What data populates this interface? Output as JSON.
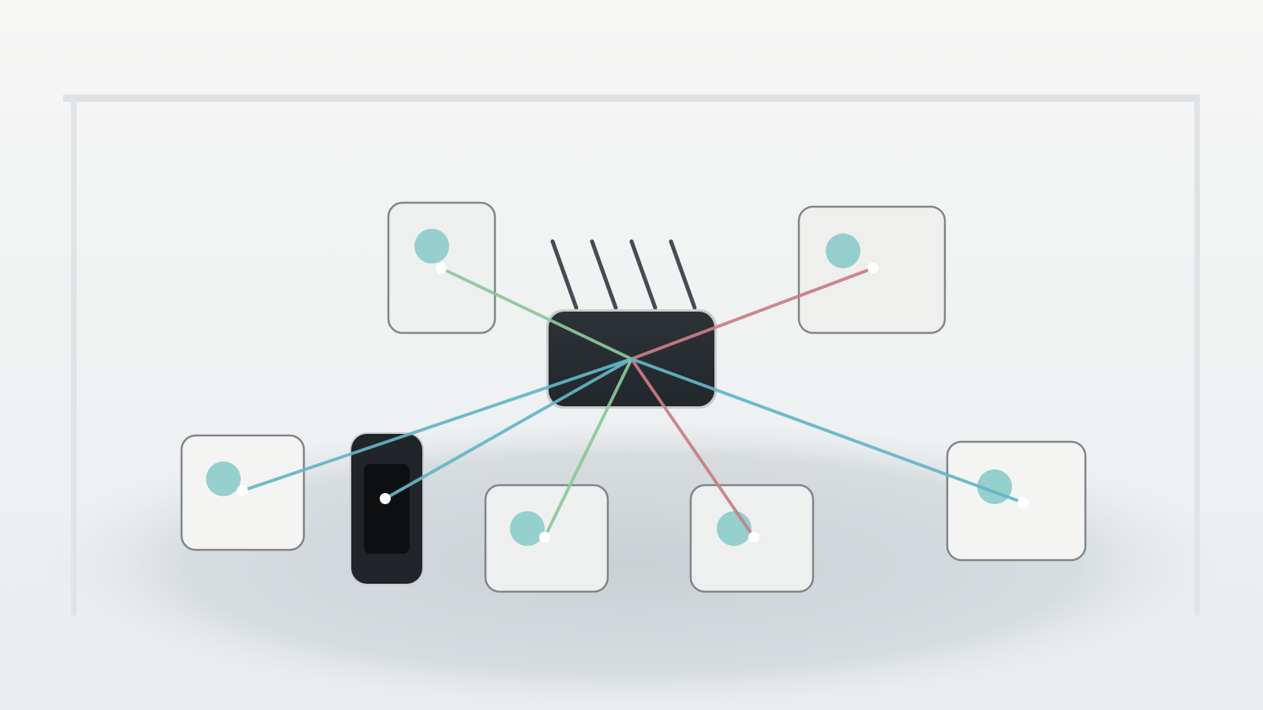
{
  "diagram": {
    "router": {
      "name": "router",
      "antenna_count": 4,
      "body_color": "#272c30",
      "antenna_color": "#474b52"
    },
    "link_colors": {
      "green": "#8cc89a",
      "red": "#c97e86",
      "blue": "#64b6c8"
    },
    "devices": [
      {
        "name": "device-top-left",
        "kind": "card",
        "link_color": "green"
      },
      {
        "name": "device-top-right",
        "kind": "card",
        "link_color": "red"
      },
      {
        "name": "device-left",
        "kind": "card",
        "link_color": "blue"
      },
      {
        "name": "device-phone",
        "kind": "phone",
        "link_color": "blue"
      },
      {
        "name": "device-bottom-center-left",
        "kind": "card",
        "link_color": "green"
      },
      {
        "name": "device-bottom-center-right",
        "kind": "card",
        "link_color": "red"
      },
      {
        "name": "device-right",
        "kind": "card",
        "link_color": "blue"
      }
    ],
    "colors": {
      "card_fill": "#eef0ef",
      "card_stroke": "#7f8589",
      "indicator": "#8fcccb",
      "port": "#ffffff",
      "phone_body": "#212428",
      "phone_screen": "#0f1012",
      "frame": "#dde1e3",
      "floor_shadow": "#c9d0d3"
    }
  }
}
